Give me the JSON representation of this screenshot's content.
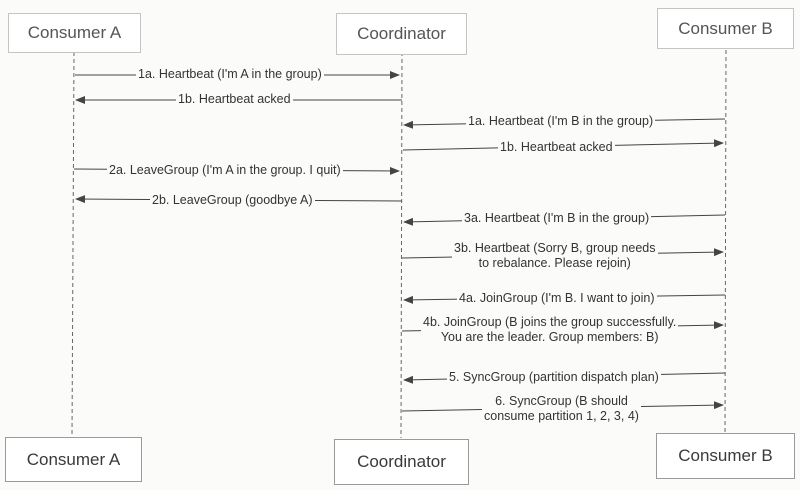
{
  "participants": {
    "consumer_a": "Consumer A",
    "coordinator": "Coordinator",
    "consumer_b": "Consumer B"
  },
  "messages": [
    {
      "id": "m1a_a",
      "from": "Consumer A",
      "to": "Coordinator",
      "text": "1a. Heartbeat (I'm A in the group)"
    },
    {
      "id": "m1b_a",
      "from": "Coordinator",
      "to": "Consumer A",
      "text": "1b. Heartbeat acked"
    },
    {
      "id": "m1a_b",
      "from": "Consumer B",
      "to": "Coordinator",
      "text": "1a. Heartbeat (I'm B in the group)"
    },
    {
      "id": "m1b_b",
      "from": "Coordinator",
      "to": "Consumer B",
      "text": "1b. Heartbeat acked"
    },
    {
      "id": "m2a",
      "from": "Consumer A",
      "to": "Coordinator",
      "text": "2a. LeaveGroup (I'm A in the group. I quit)"
    },
    {
      "id": "m2b",
      "from": "Coordinator",
      "to": "Consumer A",
      "text": "2b. LeaveGroup (goodbye A)"
    },
    {
      "id": "m3a",
      "from": "Consumer B",
      "to": "Coordinator",
      "text": "3a. Heartbeat (I'm B in the group)"
    },
    {
      "id": "m3b",
      "from": "Coordinator",
      "to": "Consumer B",
      "text": "3b. Heartbeat (Sorry B, group needs\nto rebalance. Please rejoin)"
    },
    {
      "id": "m4a",
      "from": "Consumer B",
      "to": "Coordinator",
      "text": "4a. JoinGroup (I'm B. I want to join)"
    },
    {
      "id": "m4b",
      "from": "Coordinator",
      "to": "Consumer B",
      "text": "4b. JoinGroup (B joins the group successfully.\nYou are the leader. Group members: B)"
    },
    {
      "id": "m5",
      "from": "Consumer B",
      "to": "Coordinator",
      "text": "5. SyncGroup (partition dispatch plan)"
    },
    {
      "id": "m6",
      "from": "Coordinator",
      "to": "Consumer B",
      "text": "6. SyncGroup (B should\nconsume partition 1, 2, 3, 4)"
    }
  ]
}
